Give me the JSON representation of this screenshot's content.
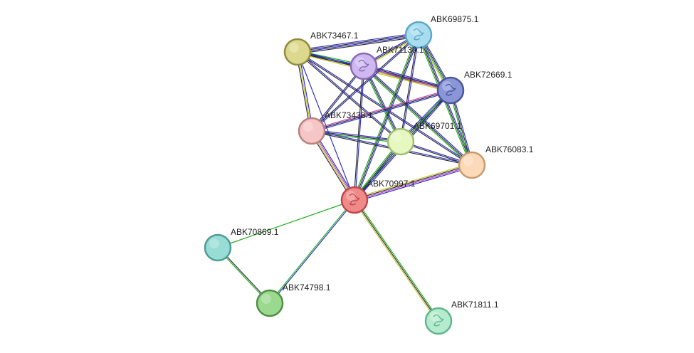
{
  "network": {
    "nodes": [
      {
        "id": "ABK69875.1",
        "label": "ABK69875.1",
        "fill": "#a9dcef",
        "stroke": "#5aa9c9",
        "image": true
      },
      {
        "id": "ABK73467.1",
        "label": "ABK73467.1",
        "fill": "#dcd98e",
        "stroke": "#8f8c3e",
        "image": false
      },
      {
        "id": "ABK71139.1",
        "label": "ABK71139.1",
        "fill": "#cfb8f0",
        "stroke": "#8a6ab8",
        "image": true
      },
      {
        "id": "ABK72669.1",
        "label": "ABK72669.1",
        "fill": "#8a96d8",
        "stroke": "#4a559a",
        "image": true
      },
      {
        "id": "ABK73438.1",
        "label": "ABK73438.1",
        "fill": "#f6c6c6",
        "stroke": "#b88080",
        "image": false
      },
      {
        "id": "ABK69701.1",
        "label": "ABK69701.1",
        "fill": "#e6f7bf",
        "stroke": "#9fbf74",
        "image": false
      },
      {
        "id": "ABK76083.1",
        "label": "ABK76083.1",
        "fill": "#fcd9b8",
        "stroke": "#c79a6e",
        "image": false
      },
      {
        "id": "ABK70997.1",
        "label": "ABK70997.1",
        "fill": "#f08a8a",
        "stroke": "#c04848",
        "image": true
      },
      {
        "id": "ABK70869.1",
        "label": "ABK70869.1",
        "fill": "#98ddd5",
        "stroke": "#4e9c94",
        "image": false
      },
      {
        "id": "ABK74798.1",
        "label": "ABK74798.1",
        "fill": "#9ad98e",
        "stroke": "#4f8f45",
        "image": false
      },
      {
        "id": "ABK71811.1",
        "label": "ABK71811.1",
        "fill": "#b7ebcf",
        "stroke": "#5cb88a",
        "image": true
      }
    ],
    "edges": [
      {
        "source": "ABK73467.1",
        "target": "ABK69875.1",
        "colors": [
          "#3030d0",
          "#303030",
          "#3030d0",
          "#303030"
        ]
      },
      {
        "source": "ABK73467.1",
        "target": "ABK71139.1",
        "colors": [
          "#20b020",
          "#3030d0",
          "#303030"
        ]
      },
      {
        "source": "ABK73467.1",
        "target": "ABK72669.1",
        "colors": [
          "#3030d0",
          "#303030",
          "#c8c830"
        ]
      },
      {
        "source": "ABK73467.1",
        "target": "ABK73438.1",
        "colors": [
          "#3030d0",
          "#c8c830",
          "#303030"
        ]
      },
      {
        "source": "ABK73467.1",
        "target": "ABK69701.1",
        "colors": [
          "#3030d0",
          "#303030"
        ]
      },
      {
        "source": "ABK73467.1",
        "target": "ABK70997.1",
        "colors": [
          "#3030d0"
        ]
      },
      {
        "source": "ABK73467.1",
        "target": "ABK76083.1",
        "colors": [
          "#3030d0",
          "#303030"
        ]
      },
      {
        "source": "ABK71139.1",
        "target": "ABK69875.1",
        "colors": [
          "#3030d0",
          "#303030",
          "#c8c830"
        ]
      },
      {
        "source": "ABK71139.1",
        "target": "ABK72669.1",
        "colors": [
          "#3030d0",
          "#303030",
          "#c040c0",
          "#c8c830"
        ]
      },
      {
        "source": "ABK71139.1",
        "target": "ABK73438.1",
        "colors": [
          "#3030d0",
          "#303030"
        ]
      },
      {
        "source": "ABK71139.1",
        "target": "ABK69701.1",
        "colors": [
          "#3030d0",
          "#303030",
          "#20b020"
        ]
      },
      {
        "source": "ABK71139.1",
        "target": "ABK70997.1",
        "colors": [
          "#3030d0",
          "#303030"
        ]
      },
      {
        "source": "ABK71139.1",
        "target": "ABK76083.1",
        "colors": [
          "#3030d0",
          "#303030",
          "#20b020"
        ]
      },
      {
        "source": "ABK69875.1",
        "target": "ABK72669.1",
        "colors": [
          "#3030d0",
          "#303030",
          "#20b020",
          "#c8c830"
        ]
      },
      {
        "source": "ABK69875.1",
        "target": "ABK76083.1",
        "colors": [
          "#3030d0",
          "#303030",
          "#20b020"
        ]
      },
      {
        "source": "ABK69875.1",
        "target": "ABK69701.1",
        "colors": [
          "#3030d0",
          "#303030"
        ]
      },
      {
        "source": "ABK69875.1",
        "target": "ABK73438.1",
        "colors": [
          "#3030d0",
          "#303030"
        ]
      },
      {
        "source": "ABK69875.1",
        "target": "ABK70997.1",
        "colors": [
          "#3030d0",
          "#303030",
          "#20b020"
        ]
      },
      {
        "source": "ABK72669.1",
        "target": "ABK73438.1",
        "colors": [
          "#3030d0",
          "#303030",
          "#c040c0"
        ]
      },
      {
        "source": "ABK72669.1",
        "target": "ABK69701.1",
        "colors": [
          "#3030d0",
          "#303030",
          "#3030d0"
        ]
      },
      {
        "source": "ABK72669.1",
        "target": "ABK76083.1",
        "colors": [
          "#3030d0",
          "#303030",
          "#20b020"
        ]
      },
      {
        "source": "ABK72669.1",
        "target": "ABK70997.1",
        "colors": [
          "#3030d0",
          "#303030",
          "#20b020"
        ]
      },
      {
        "source": "ABK73438.1",
        "target": "ABK69701.1",
        "colors": [
          "#3030d0",
          "#303030",
          "#20b020"
        ]
      },
      {
        "source": "ABK73438.1",
        "target": "ABK76083.1",
        "colors": [
          "#3030d0",
          "#303030"
        ]
      },
      {
        "source": "ABK73438.1",
        "target": "ABK70997.1",
        "colors": [
          "#3030d0",
          "#c040c0",
          "#c8c830",
          "#303030"
        ]
      },
      {
        "source": "ABK69701.1",
        "target": "ABK76083.1",
        "colors": [
          "#3030d0",
          "#303030"
        ]
      },
      {
        "source": "ABK69701.1",
        "target": "ABK70997.1",
        "colors": [
          "#3030d0",
          "#303030",
          "#20b020"
        ]
      },
      {
        "source": "ABK76083.1",
        "target": "ABK70997.1",
        "colors": [
          "#3030d0",
          "#c040c0",
          "#303030",
          "#c8c830"
        ]
      },
      {
        "source": "ABK70997.1",
        "target": "ABK70869.1",
        "colors": [
          "#20b020"
        ]
      },
      {
        "source": "ABK70997.1",
        "target": "ABK74798.1",
        "colors": [
          "#3030d0",
          "#20b020"
        ]
      },
      {
        "source": "ABK70997.1",
        "target": "ABK71811.1",
        "colors": [
          "#20b020",
          "#303030",
          "#c8c830"
        ]
      },
      {
        "source": "ABK70869.1",
        "target": "ABK74798.1",
        "colors": [
          "#303030",
          "#20b020"
        ]
      }
    ]
  }
}
